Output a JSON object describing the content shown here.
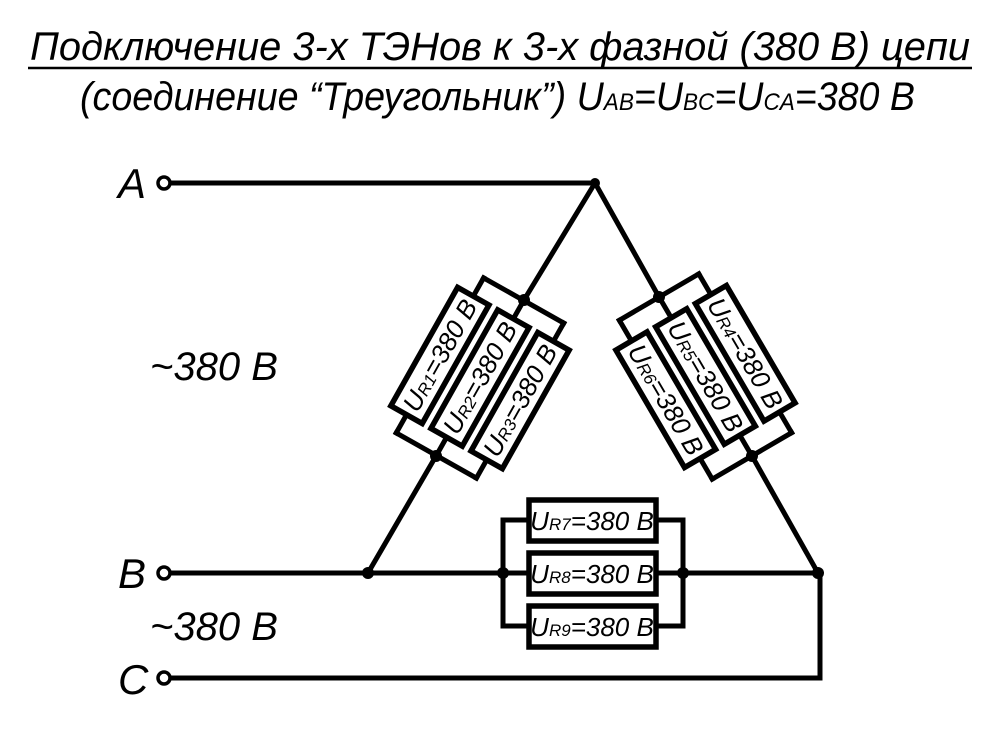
{
  "title": {
    "line1": "Подключение 3-х ТЭНов к 3-х фазной (380 В) цепи",
    "line2_prefix": "(соединение “Треугольник”) ",
    "line2_u1": "U",
    "line2_sub1": "AB",
    "line2_eq1": "=",
    "line2_u2": "U",
    "line2_sub2": "BC",
    "line2_eq2": "=",
    "line2_u3": "U",
    "line2_sub3": "CA",
    "line2_tail": "=380 В"
  },
  "terminals": {
    "a": "A",
    "b": "B",
    "c": "C"
  },
  "voltage_labels": {
    "upper": "~380 В",
    "lower": "~380 В"
  },
  "resistors": [
    {
      "u": "U",
      "sub": "R1",
      "val": "=380 В"
    },
    {
      "u": "U",
      "sub": "R2",
      "val": "=380 В"
    },
    {
      "u": "U",
      "sub": "R3",
      "val": "=380 В"
    },
    {
      "u": "U",
      "sub": "R4",
      "val": "=380 В"
    },
    {
      "u": "U",
      "sub": "R5",
      "val": "=380 В"
    },
    {
      "u": "U",
      "sub": "R6",
      "val": "=380 В"
    },
    {
      "u": "U",
      "sub": "R7",
      "val": "=380 В"
    },
    {
      "u": "U",
      "sub": "R8",
      "val": "=380 В"
    },
    {
      "u": "U",
      "sub": "R9",
      "val": "=380 В"
    }
  ]
}
